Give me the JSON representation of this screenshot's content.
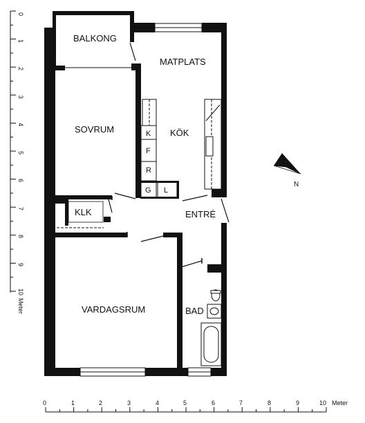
{
  "rooms": {
    "balkong": "BALKONG",
    "matplats": "MATPLATS",
    "sovrum": "SOVRUM",
    "kok": "KÖK",
    "klk": "KLK",
    "entre": "ENTRÉ",
    "vardagsrum": "VARDAGSRUM",
    "bad": "BAD"
  },
  "fixtures": {
    "k": "K",
    "f": "F",
    "r": "R",
    "g": "G",
    "l": "L"
  },
  "compass": {
    "north_label": "N"
  },
  "scale_vertical": {
    "ticks": [
      "0",
      "1",
      "2",
      "3",
      "4",
      "5",
      "6",
      "7",
      "8",
      "9",
      "10"
    ],
    "unit": "Meter"
  },
  "scale_horizontal": {
    "ticks": [
      "0",
      "1",
      "2",
      "3",
      "4",
      "5",
      "6",
      "7",
      "8",
      "9",
      "10"
    ],
    "unit": "Meter"
  }
}
